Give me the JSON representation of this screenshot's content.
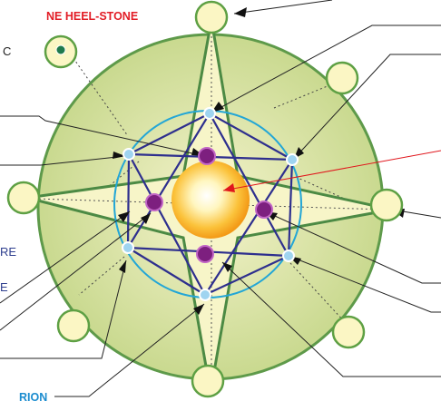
{
  "labels": {
    "heel_stone": "NE HEEL-STONE",
    "orion": "RION",
    "frag_c": "C",
    "frag_re": "RE",
    "frag_e": "E"
  },
  "colors": {
    "disc_fill": "#dde6a8",
    "disc_stroke": "#5e9a4a",
    "star_fill": "#f7f5c8",
    "star_stroke": "#4c8a44",
    "outer_circle": "#23a6d6",
    "hexagram": "#2e2f8e",
    "inner_node": "#7d1f7f",
    "outer_node": "#9fd4f0",
    "stone_fill": "#fbf6c4",
    "stone_stroke": "#5ea044",
    "sun_core": "#ffffff",
    "sun_edge": "#f3a51a",
    "leader": "#222222",
    "red_pointer": "#e0161c",
    "heel_text": "#e21d26",
    "orion_text": "#1b8ccf",
    "frag_text": "#2f3f8f"
  }
}
